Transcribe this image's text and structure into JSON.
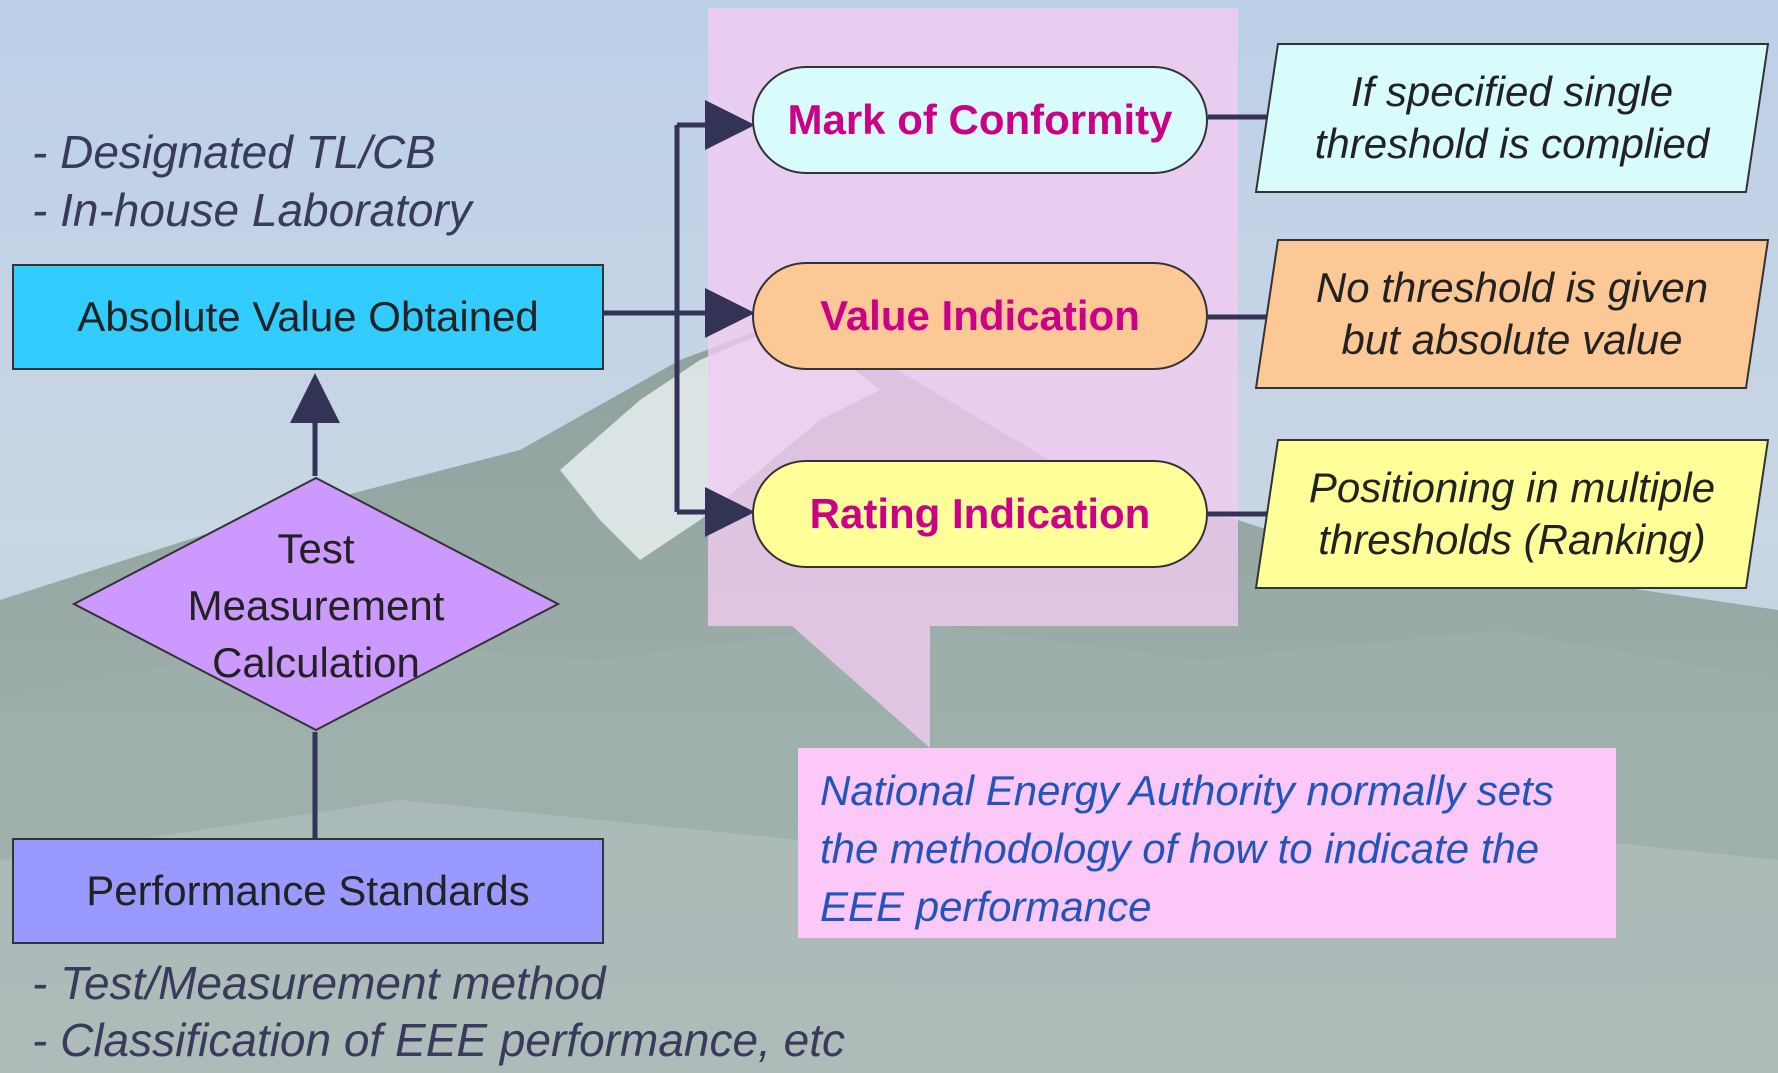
{
  "notes_top": [
    "- Designated TL/CB",
    "- In-house Laboratory"
  ],
  "notes_bottom": [
    "- Test/Measurement method",
    "- Classification of EEE performance, etc"
  ],
  "absolute_value_box": "Absolute Value Obtained",
  "diamond_lines": [
    "Test",
    "Measurement",
    "Calculation"
  ],
  "performance_box": "Performance Standards",
  "indications": [
    {
      "label": "Mark of Conformity",
      "color": "#d8fbfb",
      "desc": "If specified single\nthreshold is complied"
    },
    {
      "label": "Value Indication",
      "color": "#fcc896",
      "desc": "No threshold is given\nbut absolute value"
    },
    {
      "label": "Rating Indication",
      "color": "#ffff9a",
      "desc": "Positioning in multiple\nthresholds (Ranking)"
    }
  ],
  "callout": "National Energy Authority normally sets the methodology of how to indicate the EEE performance",
  "colors": {
    "absolute_box": "#33ccff",
    "diamond": "#cc99ff",
    "performance_box": "#9999ff",
    "callout_bg": "#fbc8f8",
    "callout_text": "#2255bb",
    "connector": "#333355"
  }
}
